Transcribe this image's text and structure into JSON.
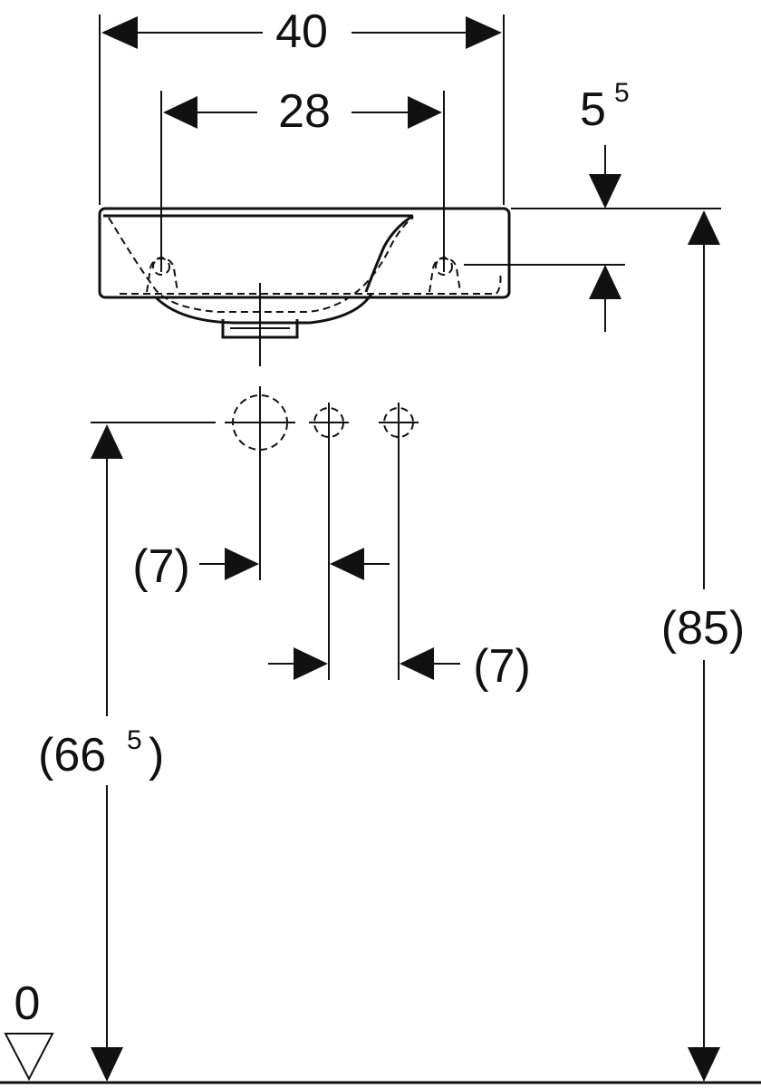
{
  "dimensions": {
    "width_overall": "40",
    "hole_spacing": "28",
    "height_base": "5",
    "height_sup": "5",
    "total_height": "(85)",
    "supply_height_open": "(66",
    "supply_height_sup": "5",
    "supply_height_close": ")",
    "offset_left": "(7)",
    "offset_right": "(7)",
    "floor_level": "0"
  },
  "icons": {
    "floor_marker": "floor-level-triangle-icon"
  },
  "colors": {
    "ink": "#111111",
    "paper": "#ffffff"
  }
}
